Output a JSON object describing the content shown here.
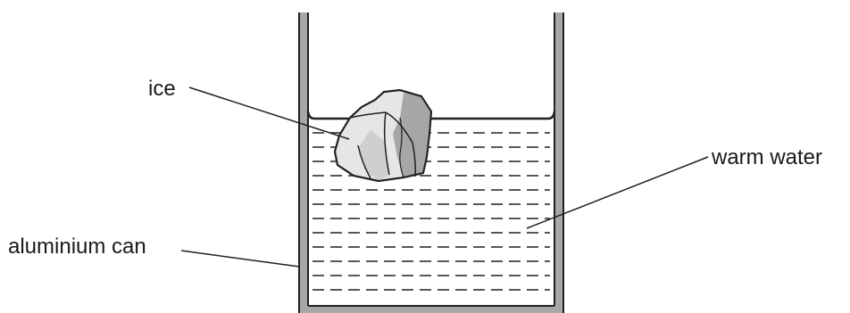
{
  "labels": {
    "ice": "ice",
    "warm_water": "warm water",
    "aluminium_can": "aluminium can"
  },
  "colors": {
    "line": "#231f20",
    "ice_light": "#e6e6e6",
    "ice_mid": "#cfcfcf",
    "ice_dark": "#a6a6a6",
    "wall_fill": "#a7a7a7"
  }
}
